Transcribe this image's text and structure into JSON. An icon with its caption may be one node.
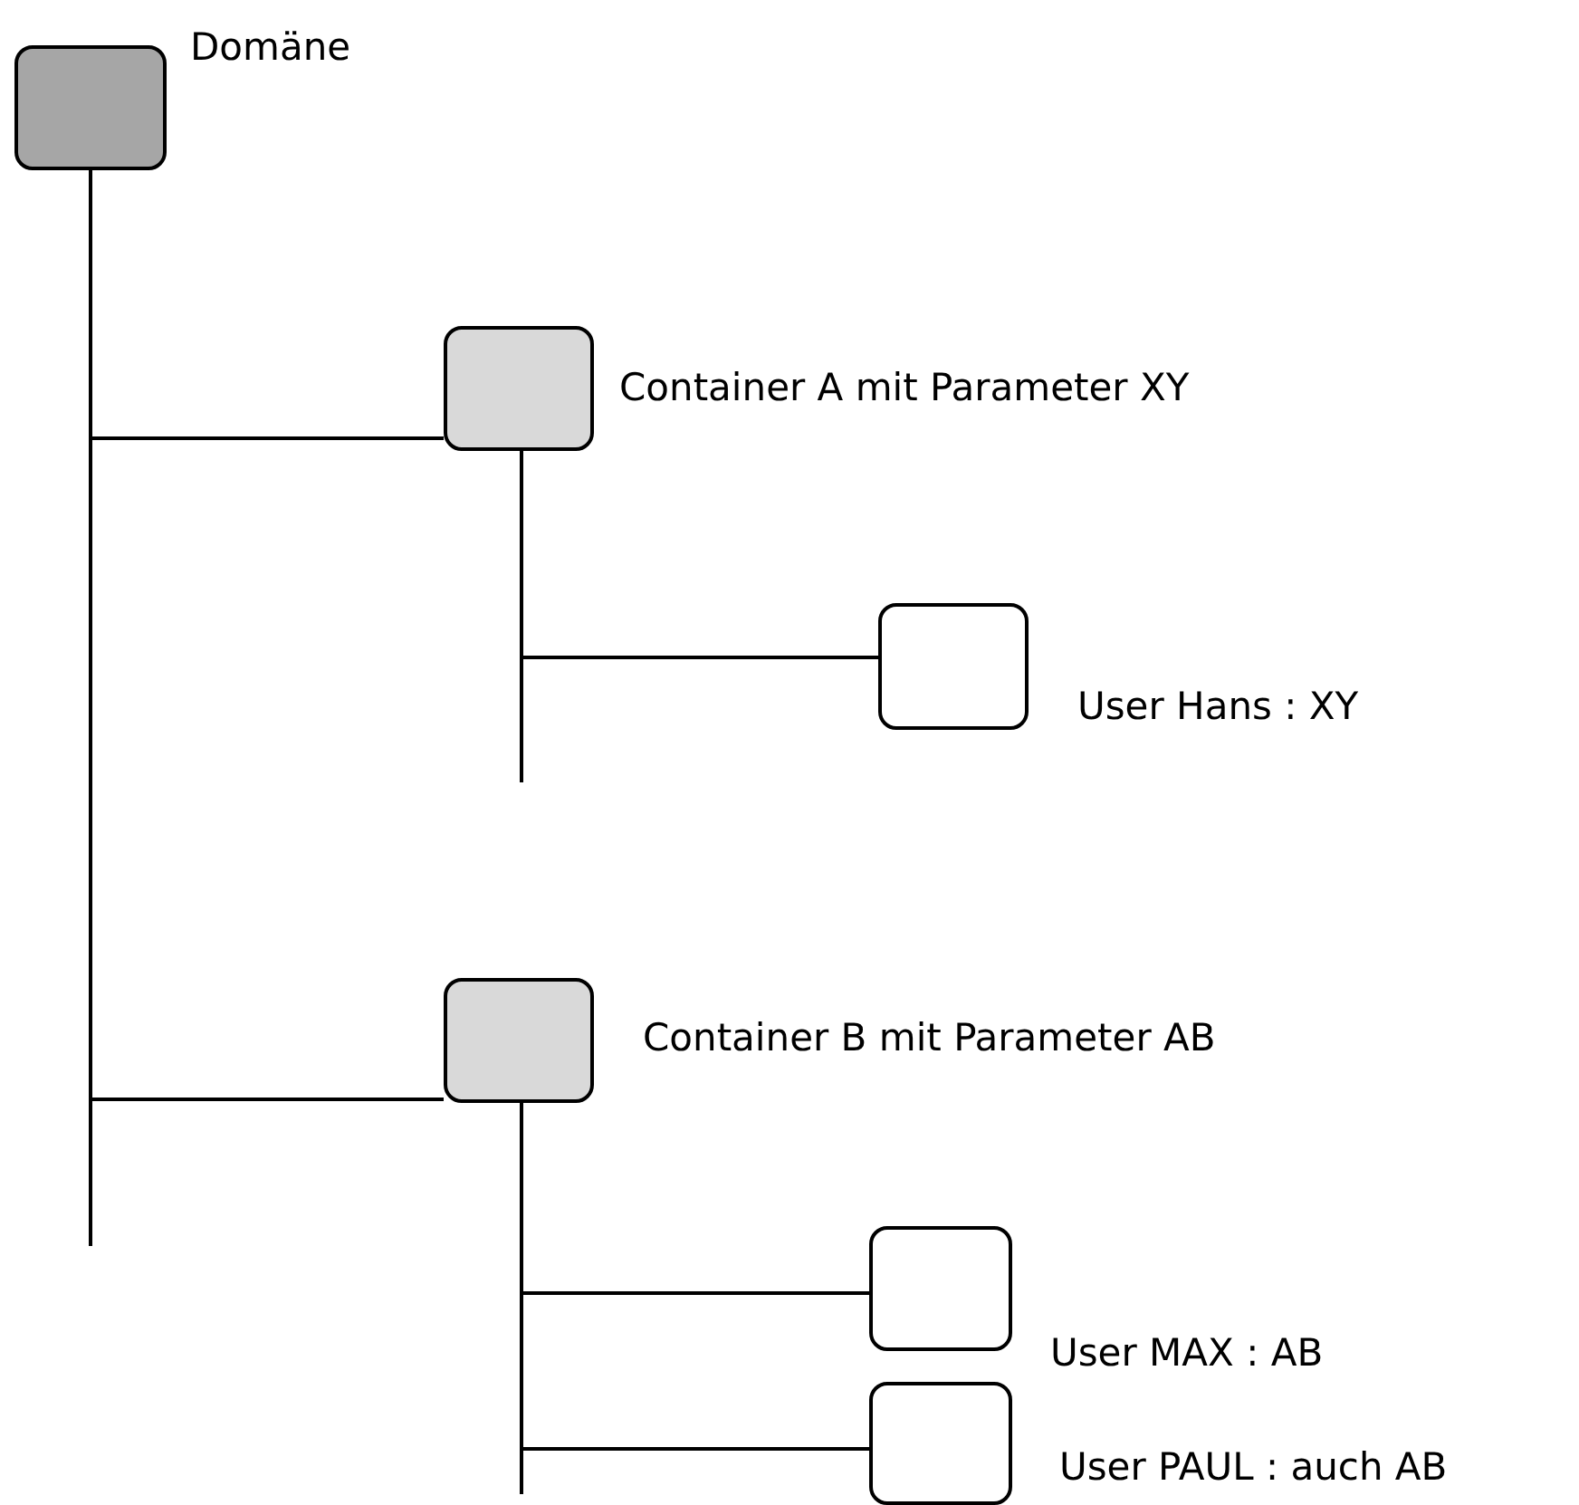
{
  "diagram": {
    "nodes": [
      {
        "text": [
          "Domäne"
        ]
      },
      {
        "text": [
          "Container A mit Parameter XY"
        ]
      },
      {
        "text": [
          "User Hans : XY"
        ]
      },
      {
        "text": [
          "Container B mit Parameter AB"
        ]
      },
      {
        "text": [
          "User MAX : AB"
        ]
      },
      {
        "text": [
          "User PAUL : auch AB"
        ]
      }
    ],
    "edges": [
      {
        "from": 0,
        "to": 1,
        "arrow": "none"
      },
      {
        "from": 0,
        "to": 3,
        "arrow": "none"
      },
      {
        "from": 1,
        "to": 2,
        "arrow": "none"
      },
      {
        "from": 3,
        "to": 4,
        "arrow": "none"
      },
      {
        "from": 3,
        "to": 5,
        "arrow": "none"
      }
    ]
  }
}
